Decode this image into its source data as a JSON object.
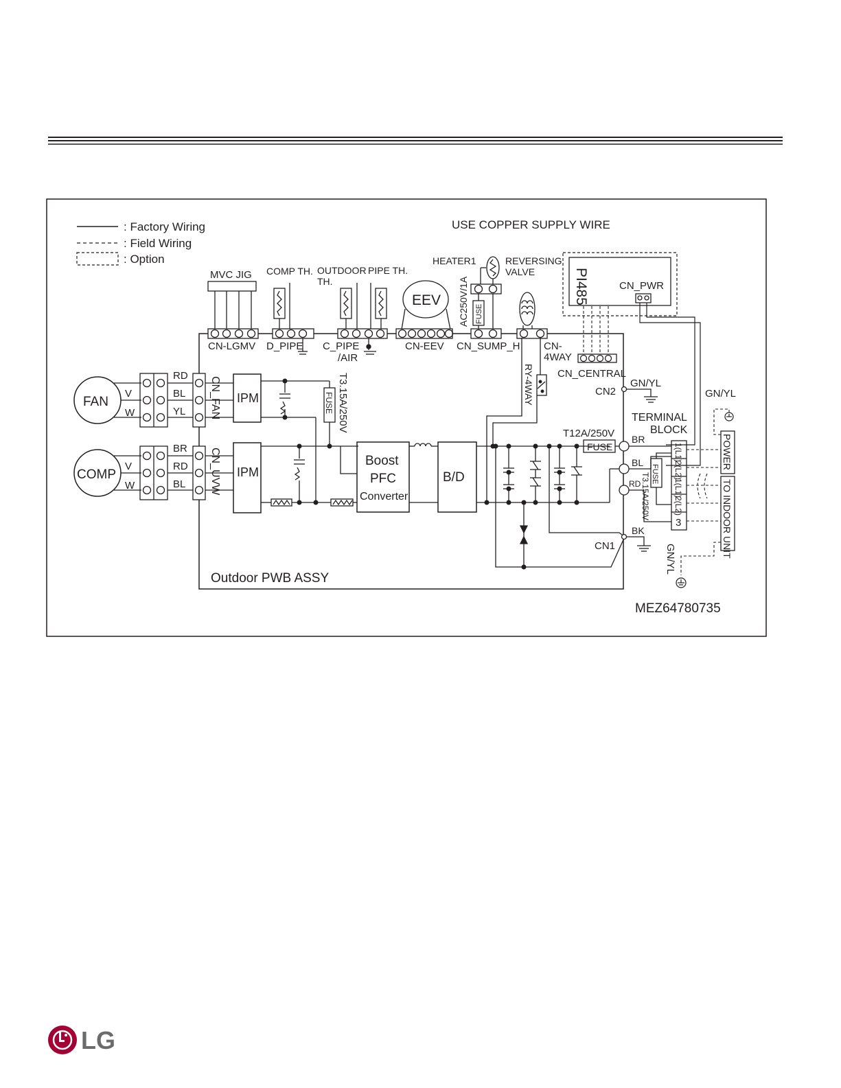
{
  "legend": {
    "factory": ": Factory Wiring",
    "field": ": Field Wiring",
    "option": ": Option"
  },
  "notes": {
    "supply": "USE COPPER SUPPLY WIRE",
    "board": "Outdoor PWB ASSY",
    "part_no": "MEZ64780735"
  },
  "components": {
    "mvc_jig": "MVC JIG",
    "comp_th": "COMP TH.",
    "outdoor_th_1": "OUTDOOR",
    "outdoor_th_2": "TH.",
    "pipe_th": "PIPE TH.",
    "eev": "EEV",
    "heater": "HEATER1",
    "heater_fuse_rating": "AC250V/1A",
    "fuse": "FUSE",
    "reversing_1": "REVERSING",
    "reversing_2": "VALVE",
    "pi485": "PI485",
    "cn_pwr": "CN_PWR",
    "fan": "FAN",
    "comp": "COMP",
    "ipm": "IPM",
    "boost_1": "Boost",
    "boost_2": "PFC",
    "boost_3": "Converter",
    "bd": "B/D",
    "fuse_rating_small": "T3.15A/250V",
    "fuse_rating_main": "T12A/250V",
    "ry_4way": "RY-4WAY",
    "terminal_1": "TERMINAL",
    "terminal_2": "BLOCK",
    "power": "POWER",
    "to_indoor": "TO INDOOR UNIT"
  },
  "connectors": {
    "cn_lgmv": "CN-LGMV",
    "d_pipe": "D_PIPE",
    "c_pipe_1": "C_PIPE",
    "c_pipe_2": "/AIR",
    "cn_eev": "CN-EEV",
    "cn_sump": "CN_SUMP_H",
    "cn_4way_1": "CN-",
    "cn_4way_2": "4WAY",
    "cn_central": "CN_CENTRAL",
    "cn2": "CN2",
    "cn1": "CN1",
    "cn_fan": "CN_FAN",
    "cn_uvw": "CN_UVW"
  },
  "wires": {
    "fan": [
      "RD",
      "BL",
      "YL"
    ],
    "comp": [
      "BR",
      "RD",
      "BL"
    ],
    "phase_v": "V",
    "phase_w": "W",
    "gnyl": "GN/YL",
    "br": "BR",
    "bl": "BL",
    "rd": "RD",
    "bk": "BK"
  },
  "terminals": [
    "1(L1)",
    "2(L2)",
    "1(L1)",
    "2(L2)",
    "3"
  ],
  "brand": {
    "logo_text": "LG"
  },
  "colors": {
    "ink": "#231f20",
    "brand": "#a50034"
  }
}
